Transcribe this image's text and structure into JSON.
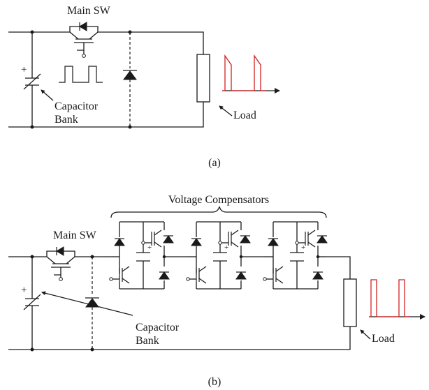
{
  "diagram_a": {
    "main_sw_label": "Main SW",
    "plus_sign": "+",
    "capacitor_label_line1": "Capacitor",
    "capacitor_label_line2": "Bank",
    "load_label": "Load",
    "caption": "(a)"
  },
  "diagram_b": {
    "compensators_label": "Voltage Compensators",
    "main_sw_label": "Main SW",
    "plus_sign": "+",
    "capacitor_label_line1": "Capacitor",
    "capacitor_label_line2": "Bank",
    "load_label": "Load",
    "caption": "(b)"
  },
  "colors": {
    "wire": "#1a1a1a",
    "output_waveform": "#d42020"
  }
}
